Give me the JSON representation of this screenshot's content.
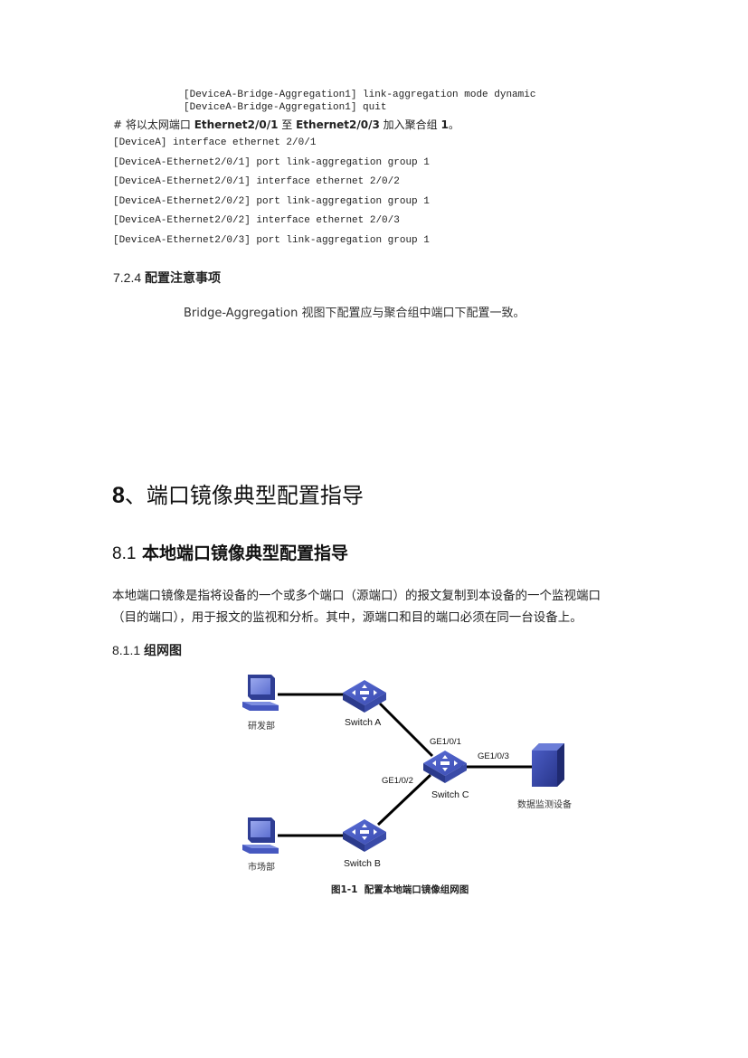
{
  "code_block_1": {
    "lines": [
      "[DeviceA-Bridge-Aggregation1] link-aggregation mode dynamic",
      "[DeviceA-Bridge-Aggregation1] quit"
    ]
  },
  "comment": {
    "prefix": "# 将以太网端口 ",
    "port_start": "Ethernet2/0/1",
    "mid": " 至 ",
    "port_end": "Ethernet2/0/3",
    "suffix": " 加入聚合组 ",
    "group": "1",
    "end": "。"
  },
  "code_block_2": {
    "lines": [
      "[DeviceA] interface ethernet 2/0/1",
      "[DeviceA-Ethernet2/0/1] port link-aggregation group 1",
      "[DeviceA-Ethernet2/0/1] interface ethernet 2/0/2",
      "[DeviceA-Ethernet2/0/2] port link-aggregation group 1",
      "[DeviceA-Ethernet2/0/2] interface ethernet 2/0/3",
      "[DeviceA-Ethernet2/0/3] port link-aggregation group 1"
    ]
  },
  "section_724": {
    "number": "7.2.4",
    "title": "配置注意事项",
    "body": "Bridge-Aggregation 视图下配置应与聚合组中端口下配置一致。"
  },
  "chapter_8": {
    "number": "8",
    "title": "、端口镜像典型配置指导"
  },
  "section_81": {
    "number": "8.1",
    "title": "本地端口镜像典型配置指导",
    "paragraph_lines": [
      "本地端口镜像是指将设备的一个或多个端口（源端口）的报文复制到本设备的一个监视端口",
      "（目的端口），用于报文的监视和分析。其中，源端口和目的端口必须在同一台设备上。"
    ]
  },
  "section_811": {
    "number": "8.1.1",
    "title": "组网图"
  },
  "diagram": {
    "nodes": {
      "pc_rd": "研发部",
      "pc_market": "市场部",
      "switch_a": "Switch A",
      "switch_b": "Switch B",
      "switch_c": "Switch C",
      "monitor": "数据监测设备"
    },
    "ports": {
      "ge1": "GE1/0/1",
      "ge2": "GE1/0/2",
      "ge3": "GE1/0/3"
    },
    "caption": "图1-1  配置本地端口镜像组网图",
    "colors": {
      "device_dark": "#2b3a8c",
      "device_mid": "#4a5cc0",
      "device_light": "#8fa0e8",
      "link": "#000000"
    }
  }
}
